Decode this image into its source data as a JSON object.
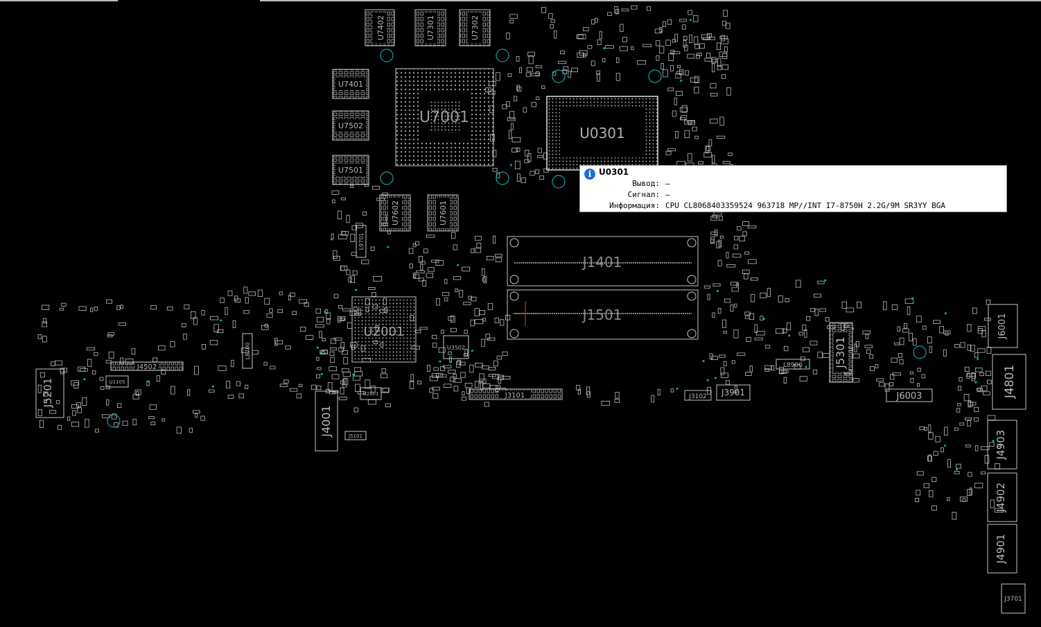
{
  "colors": {
    "background": "#000000",
    "outline": "#c8c8c8",
    "via": "#00b8b8",
    "cursor": "#d05050"
  },
  "components": {
    "U7402": "U7402",
    "U7301": "U7301",
    "U7302": "U7302",
    "U7401": "U7401",
    "U7502": "U7502",
    "U7501": "U7501",
    "U7001": "U7001",
    "U0301": "U0301",
    "U7602": "U7602",
    "U7601": "U7601",
    "J1401": "J1401",
    "J1501": "J1501",
    "U2001": "U2001",
    "U3502": "U3502",
    "J3101": "J3101",
    "J3102": "J3102",
    "J3901": "J3901",
    "J4001": "J4001",
    "J4502": "J4502",
    "J5201": "J5201",
    "U1105": "U1105",
    "J5101": "J5101",
    "L8700": "L8700",
    "J5301": "J5301",
    "J6001": "J6001",
    "J4801": "J4801",
    "J6003": "J6003",
    "J4903": "J4903",
    "J4902": "J4902",
    "J4901": "J4901",
    "J3701": "J3701",
    "U2801": "U2801",
    "L8900": "L8900",
    "L9701": "L9701"
  },
  "tooltip": {
    "icon": "info-icon",
    "title": "U0301",
    "pin_label": "Вывод:",
    "pin_value": "—",
    "signal_label": "Сигнал:",
    "signal_value": "—",
    "info_label": "Информация:",
    "info_value": "CPU CL8068403359524 963718 MP//INT I7-8750H 2.2G/9M SR3YY BGA"
  }
}
